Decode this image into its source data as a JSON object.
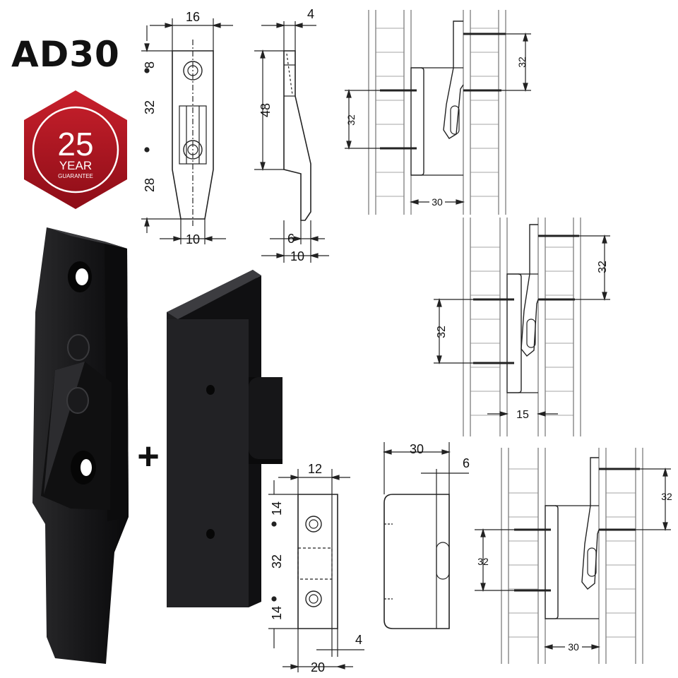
{
  "product": {
    "model": "AD30",
    "plus_sign": "+"
  },
  "badge": {
    "years": "25",
    "word": "YEAR",
    "subtitle": "GUARANTEE",
    "color": "#b3121f"
  },
  "hook_front_view": {
    "width_top": "16",
    "hole_offset": "8",
    "hole_spacing": "32",
    "height_lower": "28",
    "width_bottom": "10"
  },
  "hook_side_view": {
    "top_thickness": "4",
    "length": "48",
    "tip_thickness": "6",
    "base_depth": "10"
  },
  "plate_front_view": {
    "width": "12",
    "edge_top": "14",
    "hole_spacing": "32",
    "edge_bottom": "14",
    "offset": "4",
    "overall_width": "20"
  },
  "plate_side_view": {
    "depth": "30",
    "slot_offset": "6"
  },
  "installations": [
    {
      "id": "a",
      "screw_spacing_left": "32",
      "screw_spacing_right": "32",
      "gap": "30"
    },
    {
      "id": "b",
      "screw_spacing_left": "32",
      "screw_spacing_right": "32",
      "gap": "15"
    },
    {
      "id": "c",
      "screw_spacing_left": "32",
      "screw_spacing_right": "32",
      "gap": "30"
    }
  ]
}
